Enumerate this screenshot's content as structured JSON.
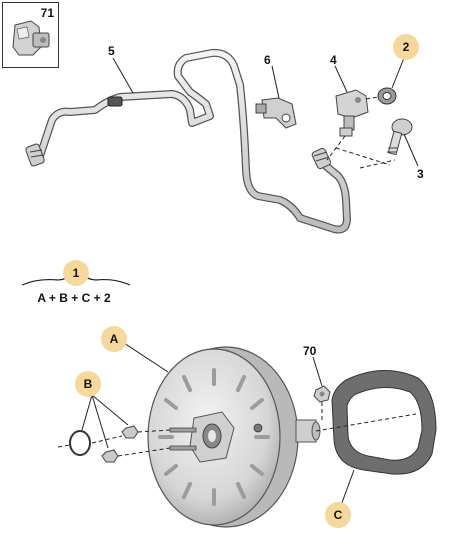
{
  "inset": {
    "number": "71"
  },
  "labels": {
    "part_5": "5",
    "part_6": "6",
    "part_4": "4",
    "part_3": "3",
    "part_70": "70"
  },
  "badges": {
    "badge_2": "2",
    "badge_1": "1",
    "badge_A": "A",
    "badge_B": "B",
    "badge_C": "C"
  },
  "formula": "A + B + C + 2",
  "colors": {
    "badge": "#f6d99a",
    "part_fill": "#e2e2e2",
    "part_dark": "#9a9a9a",
    "seal": "#6e6e6e",
    "line": "#222222"
  }
}
